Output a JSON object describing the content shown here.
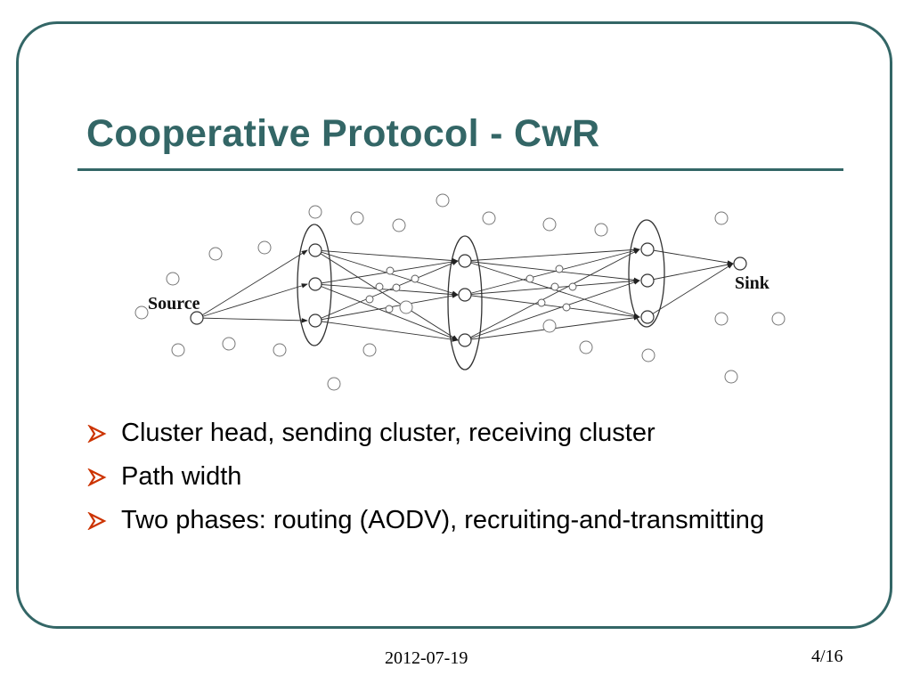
{
  "slide": {
    "title": "Cooperative Protocol - CwR",
    "bullets": [
      "Cluster head, sending cluster, receiving cluster",
      "Path width",
      "Two phases: routing (AODV), recruiting-and-transmitting"
    ],
    "footer_date": "2012-07-19",
    "page_number": "4/16"
  },
  "diagram": {
    "source_label": "Source",
    "sink_label": "Sink"
  },
  "colors": {
    "accent": "#336666",
    "bullet_arrow": "#cc3300"
  }
}
